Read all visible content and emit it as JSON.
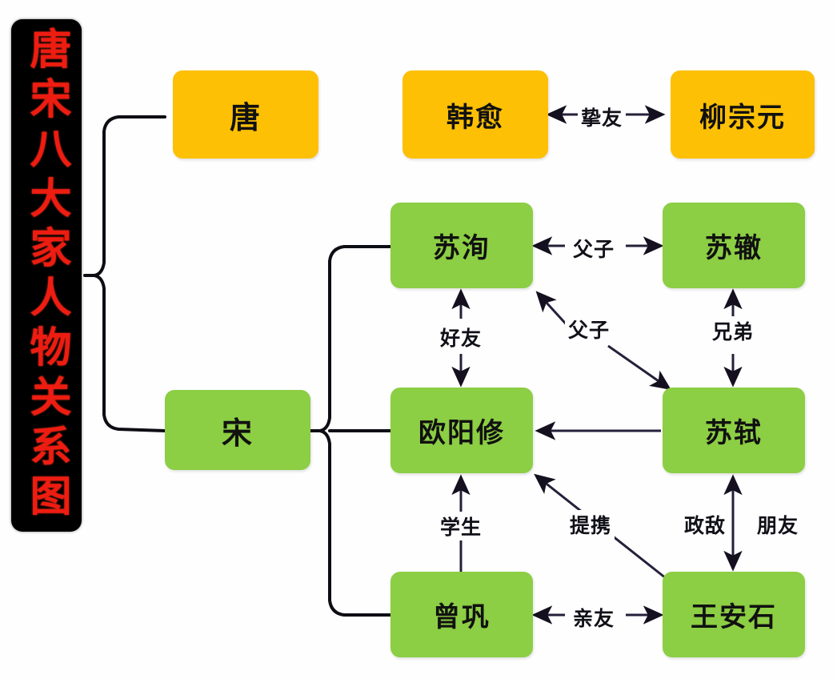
{
  "title": {
    "text": "唐宋八大家人物关系图",
    "color": "#ee1c11",
    "background": "#000000"
  },
  "palette": {
    "tang_color": "#fdc005",
    "song_color": "#8cce44",
    "line_color": "#25203a",
    "bracket_color": "#0d0d14",
    "page_background": "#fefefe"
  },
  "nodes": {
    "tang_era": {
      "label": "唐"
    },
    "song_era": {
      "label": "宋"
    },
    "hanyu": {
      "label": "韩愈"
    },
    "liuzongyuan": {
      "label": "柳宗元"
    },
    "suxun": {
      "label": "苏洵"
    },
    "suzhe": {
      "label": "苏辙"
    },
    "ouyangxiu": {
      "label": "欧阳修"
    },
    "sushi": {
      "label": "苏轼"
    },
    "zenggong": {
      "label": "曾巩"
    },
    "wanganshi": {
      "label": "王安石"
    }
  },
  "edges": {
    "hanyu_liuzongyuan": {
      "label": "挚友"
    },
    "suxun_suzhe": {
      "label": "父子"
    },
    "suxun_ouyangxiu": {
      "label": "好友"
    },
    "suxun_sushi": {
      "label": "父子"
    },
    "suzhe_sushi": {
      "label": "兄弟"
    },
    "sushi_ouyangxiu": {
      "label": ""
    },
    "zenggong_ouyangxiu": {
      "label": "学生"
    },
    "wanganshi_ouyangxiu": {
      "label": "提携"
    },
    "sushi_wanganshi_a": {
      "label": "政敌"
    },
    "sushi_wanganshi_b": {
      "label": "朋友"
    },
    "zenggong_wanganshi": {
      "label": "亲友"
    }
  }
}
